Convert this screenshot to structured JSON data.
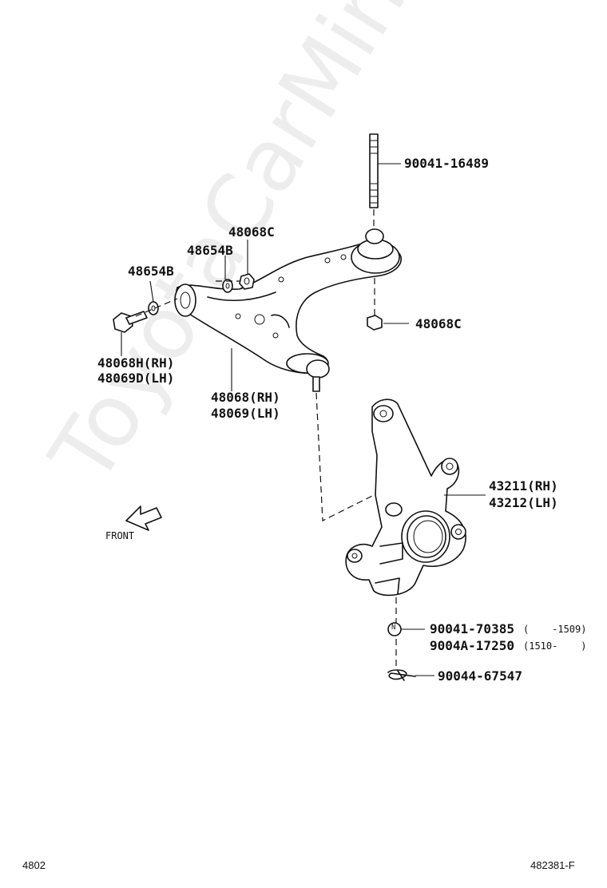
{
  "watermark": "ToyotaCarMine.ru",
  "labels": {
    "stud_bolt": "90041-16489",
    "nut_upper": "48068C",
    "washer": "48654B",
    "washer_left": "48654B",
    "nut_lower": "48068C",
    "bolt_rh": "48068H(RH)",
    "bolt_lh": "48069D(LH)",
    "arm_rh": "48068(RH)",
    "arm_lh": "48069(LH)",
    "knuckle_rh": "43211(RH)",
    "knuckle_lh": "43212(LH)",
    "nut_n1": "90041-70385",
    "nut_n1_range": "(    -1509)",
    "nut_n2": "9004A-17250",
    "nut_n2_range": "(1510-    )",
    "cotter_pin": "90044-67547",
    "front": "FRONT",
    "nut_marker": "N"
  },
  "footer": {
    "left": "4802",
    "right": "482381-F"
  }
}
